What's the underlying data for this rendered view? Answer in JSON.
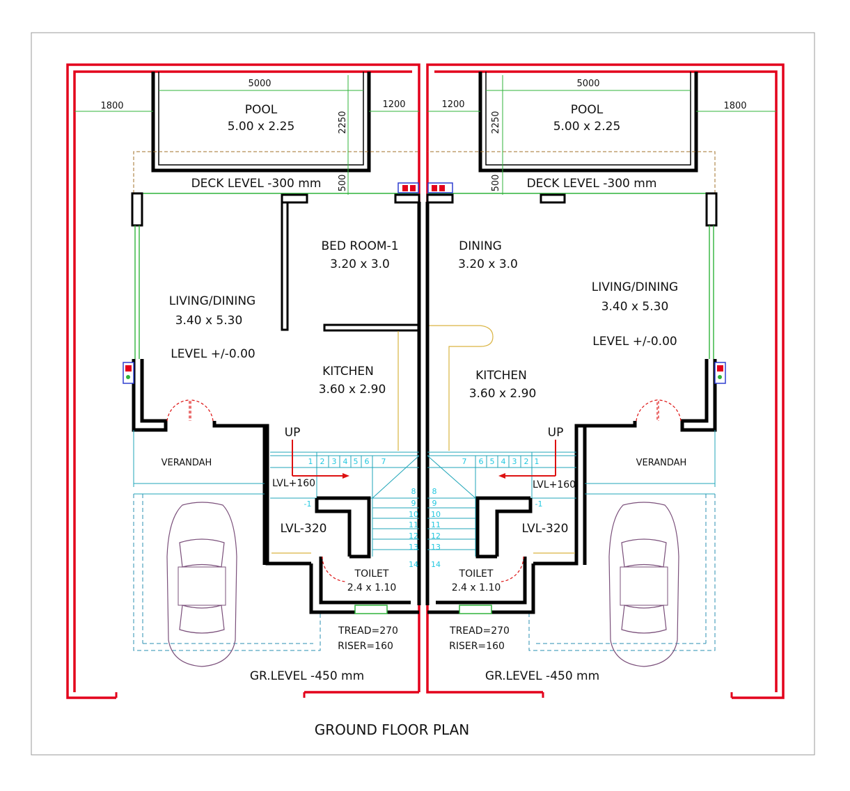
{
  "plan_title": "GROUND FLOOR PLAN",
  "left_unit": {
    "pool_label": "POOL",
    "pool_size": "5.00 x 2.25",
    "pool_width_dim": "5000",
    "pool_depth_dim": "2250",
    "side_setback_dim": "1800",
    "gap_dim": "1200",
    "deck_offset_dim": "500",
    "deck_level": "DECK LEVEL -300 mm",
    "bedroom_label": "BED ROOM-1",
    "bedroom_size": "3.20 x 3.0",
    "living_label": "LIVING/DINING",
    "living_size": "3.40 x 5.30",
    "living_level": "LEVEL +/-0.00",
    "kitchen_label": "KITCHEN",
    "kitchen_size": "3.60 x 2.90",
    "verandah_label": "VERANDAH",
    "up_label": "UP",
    "landing_level": "LVL+160",
    "lower_level": "LVL-320",
    "toilet_label": "TOILET",
    "toilet_size": "2.4 x 1.10",
    "tread": "TREAD=270",
    "riser": "RISER=160",
    "ground_level": "GR.LEVEL -450 mm",
    "minus_one": "-1"
  },
  "right_unit": {
    "pool_label": "POOL",
    "pool_size": "5.00 x 2.25",
    "pool_width_dim": "5000",
    "pool_depth_dim": "2250",
    "side_setback_dim": "1800",
    "gap_dim": "1200",
    "deck_offset_dim": "500",
    "deck_level": "DECK LEVEL -300 mm",
    "dining_label": "DINING",
    "dining_size": "3.20 x 3.0",
    "living_label": "LIVING/DINING",
    "living_size": "3.40 x 5.30",
    "living_level": "LEVEL +/-0.00",
    "kitchen_label": "KITCHEN",
    "kitchen_size": "3.60 x 2.90",
    "verandah_label": "VERANDAH",
    "up_label": "UP",
    "landing_level": "LVL+160",
    "lower_level": "LVL-320",
    "toilet_label": "TOILET",
    "toilet_size": "2.4 x 1.10",
    "tread": "TREAD=270",
    "riser": "RISER=160",
    "ground_level": "GR.LEVEL -450 mm",
    "minus_one": "-1"
  },
  "stair_steps_upper": [
    "1",
    "2",
    "3",
    "4",
    "5",
    "6",
    "7"
  ],
  "stair_steps_lower": [
    "8",
    "9",
    "10",
    "11",
    "12",
    "13",
    "14"
  ],
  "colors": {
    "wall": "#000000",
    "boundary": "#e3001b",
    "glazing": "#2fb33a",
    "stair_numbers": "#22c8e0",
    "car_outline": "#7a4f7a"
  }
}
